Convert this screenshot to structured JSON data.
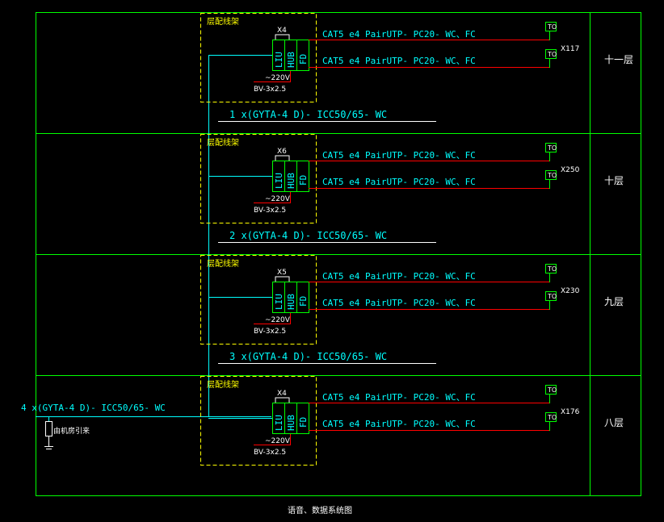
{
  "diagram_title": "语音、数据系统图",
  "main_cable_label": "4 x(GYTA-4 D)- ICC50/65- WC",
  "entry_label": "由机房引来",
  "floors": [
    {
      "floor_label": "十一层",
      "cabinet_label": "层配线架",
      "switch_label": "X4",
      "liu": "LIU",
      "hub": "HUB",
      "fd": "FD",
      "power_voltage": "~220V",
      "power_cable": "BV-3x2.5",
      "cable_a": "CAT5 e4 PairUTP- PC20- WC、FC",
      "cable_b": "CAT5 e4 PairUTP- PC20- WC、FC",
      "to_a": "TO",
      "to_b": "TO",
      "outlet_count": "X117",
      "riser_label": "1 x(GYTA-4 D)- ICC50/65- WC"
    },
    {
      "floor_label": "十层",
      "cabinet_label": "层配线架",
      "switch_label": "X6",
      "liu": "LIU",
      "hub": "HUB",
      "fd": "FD",
      "power_voltage": "~220V",
      "power_cable": "BV-3x2.5",
      "cable_a": "CAT5 e4 PairUTP- PC20- WC、FC",
      "cable_b": "CAT5 e4 PairUTP- PC20- WC、FC",
      "to_a": "TO",
      "to_b": "TO",
      "outlet_count": "X250",
      "riser_label": "2 x(GYTA-4 D)- ICC50/65- WC"
    },
    {
      "floor_label": "九层",
      "cabinet_label": "层配线架",
      "switch_label": "X5",
      "liu": "LIU",
      "hub": "HUB",
      "fd": "FD",
      "power_voltage": "~220V",
      "power_cable": "BV-3x2.5",
      "cable_a": "CAT5 e4 PairUTP- PC20- WC、FC",
      "cable_b": "CAT5 e4 PairUTP- PC20- WC、FC",
      "to_a": "TO",
      "to_b": "TO",
      "outlet_count": "X230",
      "riser_label": "3 x(GYTA-4 D)- ICC50/65- WC"
    },
    {
      "floor_label": "八层",
      "cabinet_label": "层配线架",
      "switch_label": "X4",
      "liu": "LIU",
      "hub": "HUB",
      "fd": "FD",
      "power_voltage": "~220V",
      "power_cable": "BV-3x2.5",
      "cable_a": "CAT5 e4 PairUTP- PC20- WC、FC",
      "cable_b": "CAT5 e4 PairUTP- PC20- WC、FC",
      "to_a": "TO",
      "to_b": "TO",
      "outlet_count": "X176",
      "riser_label": ""
    }
  ],
  "colors": {
    "background": "#000000",
    "frame": "#00ff00",
    "text": "#00ffff",
    "cabinet": "#ffff00",
    "horizontal_cable": "#ff0000",
    "riser_cable": "#ffffff"
  }
}
